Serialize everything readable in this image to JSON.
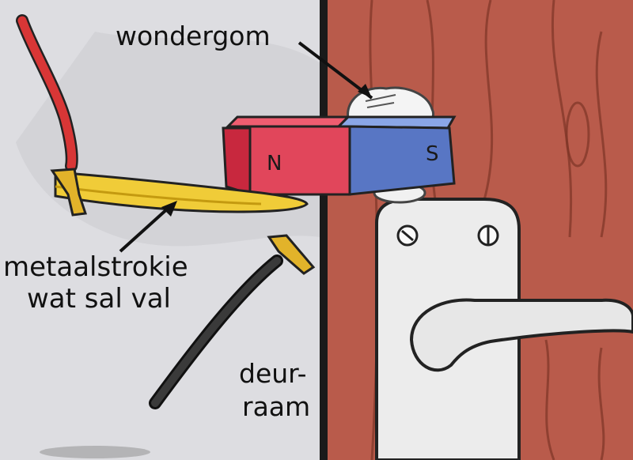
{
  "labels": {
    "wondergom": "wondergom",
    "strip_line1": "metaalstrokie",
    "strip_line2": "wat sal val",
    "frame_line1": "deur-",
    "frame_line2": "raam"
  },
  "magnet": {
    "north": "N",
    "south": "S"
  },
  "colors": {
    "wall": "#dcdcde",
    "door": "#b85a4a",
    "magnet_north": "#e0455a",
    "magnet_south": "#5a78c6",
    "metal_strip": "#f2cf3a",
    "red_wire": "#d93a3a",
    "black_wire": "#2a2a2a",
    "handle_plate": "#eeeeee"
  }
}
